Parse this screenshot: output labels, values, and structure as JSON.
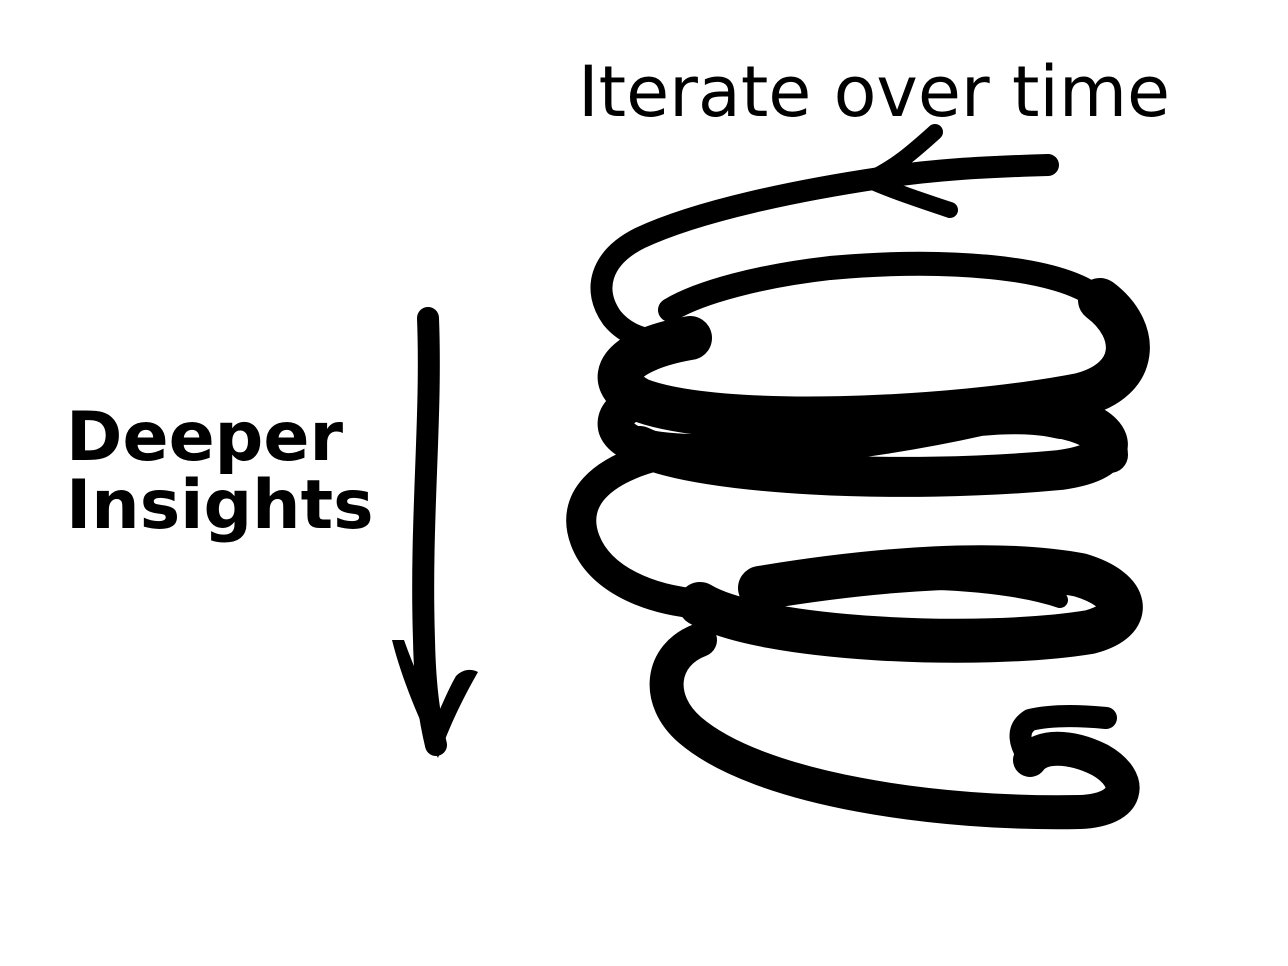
{
  "labels": {
    "top": "Iterate over time",
    "side_line1": "Deeper",
    "side_line2": "Insights"
  },
  "colors": {
    "ink": "#000000",
    "background": "#ffffff"
  },
  "icons": {
    "spiral": "spiral-coil-icon",
    "down_arrow": "arrow-down-icon"
  }
}
